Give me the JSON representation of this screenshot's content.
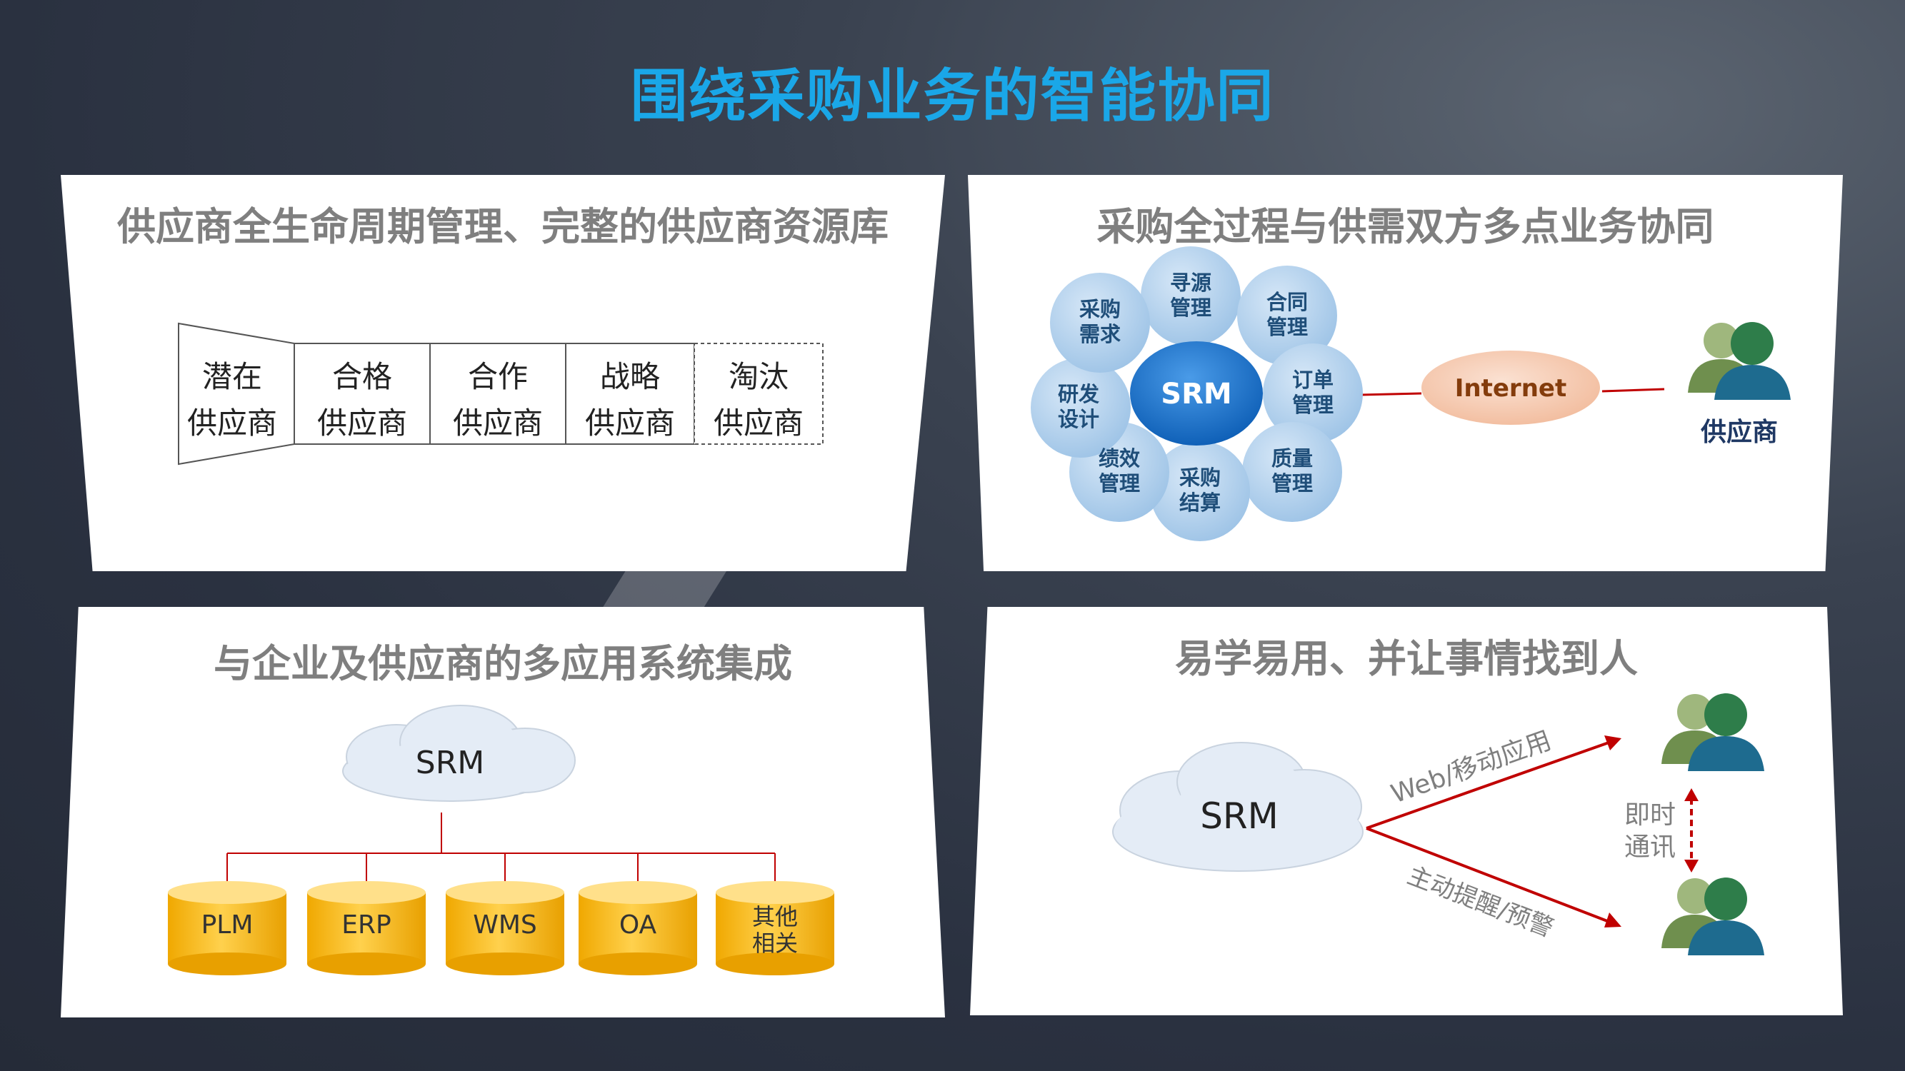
{
  "page": {
    "title": "围绕采购业务的智能协同"
  },
  "panels": {
    "lifecycle": {
      "title": "供应商全生命周期管理、完整的供应商资源库",
      "stages": [
        {
          "line1": "潜在",
          "line2": "供应商"
        },
        {
          "line1": "合格",
          "line2": "供应商"
        },
        {
          "line1": "合作",
          "line2": "供应商"
        },
        {
          "line1": "战略",
          "line2": "供应商"
        },
        {
          "line1": "淘汰",
          "line2": "供应商"
        }
      ]
    },
    "collaboration": {
      "title": "采购全过程与供需双方多点业务协同",
      "center": "SRM",
      "modules": [
        {
          "line1": "寻源",
          "line2": "管理"
        },
        {
          "line1": "合同",
          "line2": "管理"
        },
        {
          "line1": "订单",
          "line2": "管理"
        },
        {
          "line1": "质量",
          "line2": "管理"
        },
        {
          "line1": "采购",
          "line2": "结算"
        },
        {
          "line1": "绩效",
          "line2": "管理"
        },
        {
          "line1": "研发",
          "line2": "设计"
        },
        {
          "line1": "采购",
          "line2": "需求"
        }
      ],
      "network": "Internet",
      "supplier_label": "供应商",
      "accent_color": "#c00000",
      "module_color": "#9dc3e6",
      "center_color": "#1e73c8",
      "network_color": "#f4c7ac"
    },
    "integration": {
      "title": "与企业及供应商的多应用系统集成",
      "cloud": "SRM",
      "systems": [
        {
          "line1": "PLM",
          "line2": ""
        },
        {
          "line1": "ERP",
          "line2": ""
        },
        {
          "line1": "WMS",
          "line2": ""
        },
        {
          "line1": "OA",
          "line2": ""
        },
        {
          "line1": "其他",
          "line2": "相关"
        }
      ],
      "system_color": "#ffc000"
    },
    "easy": {
      "title": "易学易用、并让事情找到人",
      "cloud": "SRM",
      "path_top": "Web/移动应用",
      "path_bottom": "主动提醒/预警",
      "im_line1": "即时",
      "im_line2": "通讯"
    }
  }
}
